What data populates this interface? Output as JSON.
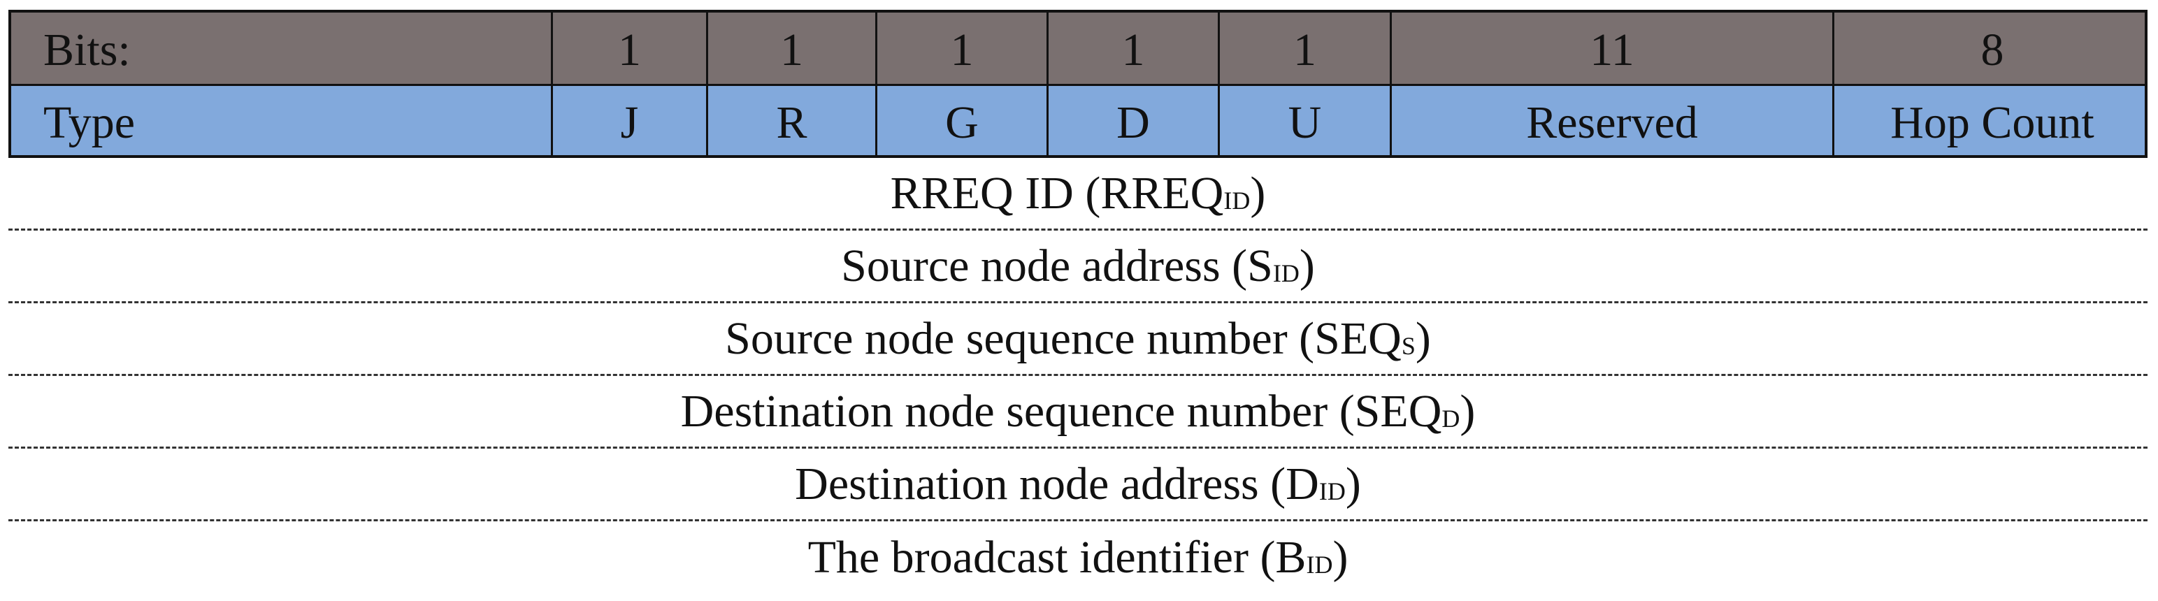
{
  "header": {
    "bits_row": [
      "Bits:",
      "1",
      "1",
      "1",
      "1",
      "1",
      "11",
      "8"
    ],
    "type_row": [
      "Type",
      "J",
      "R",
      "G",
      "D",
      "U",
      "Reserved",
      "Hop Count"
    ]
  },
  "fields": [
    {
      "prefix": "RREQ ID (RREQ",
      "sub": "ID",
      "suffix": ")"
    },
    {
      "prefix": "Source node address (S",
      "sub": "ID",
      "suffix": ")"
    },
    {
      "prefix": "Source node sequence number (SEQ",
      "sub": "S",
      "suffix": ")"
    },
    {
      "prefix": "Destination node sequence number (SEQ",
      "sub": "D",
      "suffix": ")"
    },
    {
      "prefix": "Destination node address (D",
      "sub": "ID",
      "suffix": ")"
    },
    {
      "prefix": "The broadcast identifier (B",
      "sub": "ID",
      "suffix": ")"
    }
  ],
  "colors": {
    "bits_row_bg": "#7a7070",
    "type_row_bg": "#82a9dc",
    "border": "#111111"
  }
}
